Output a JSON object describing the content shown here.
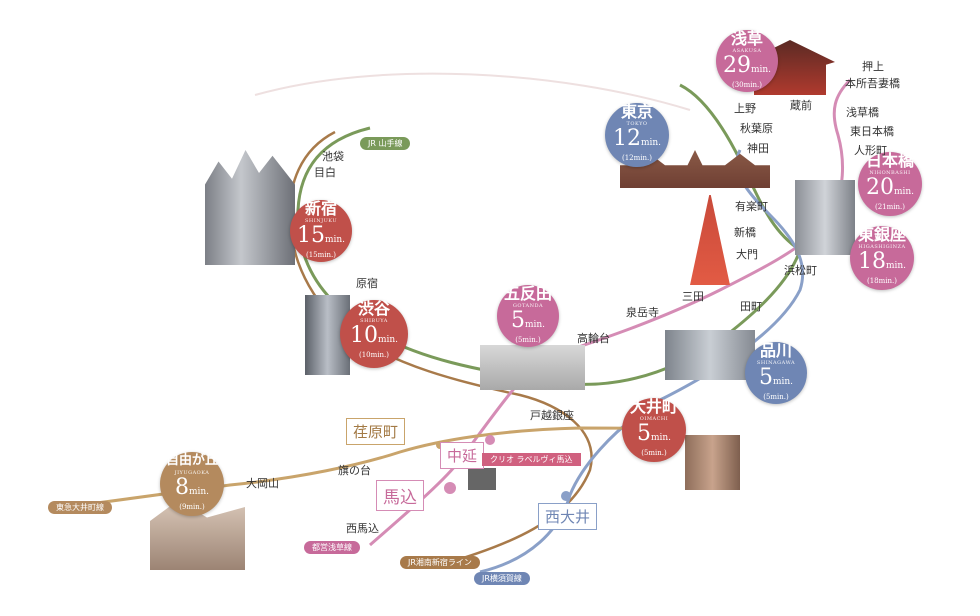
{
  "stations": {
    "ikebukuro": "池袋",
    "mejiro": "目白",
    "harajuku": "原宿",
    "ueno": "上野",
    "akihabara": "秋葉原",
    "kanda": "神田",
    "yurakucho": "有楽町",
    "shimbashi": "新橋",
    "daimon": "大門",
    "mita": "三田",
    "hamamatsucho": "浜松町",
    "tamachi": "田町",
    "sengakuji": "泉岳寺",
    "takanawadai": "高輪台",
    "togoshiginza": "戸越銀座",
    "oshiage": "押上",
    "honjo_azumabashi": "本所吾妻橋",
    "kuramae": "蔵前",
    "asakusabashi": "浅草橋",
    "higashi_nihombashi": "東日本橋",
    "ningyocho": "人形町",
    "ookayama": "大岡山",
    "hatanodai": "旗の台",
    "nishi_magome": "西馬込",
    "ebaramachi": "荏原町",
    "nakanobu": "中延",
    "magome": "馬込",
    "nishi_oi": "西大井"
  },
  "hubs": {
    "shinjuku": {
      "name": "新宿",
      "roman": "SHINJUKU",
      "time": "15",
      "unit": "min.",
      "sub": "(15min.)"
    },
    "shibuya": {
      "name": "渋谷",
      "roman": "SHIBUYA",
      "time": "10",
      "unit": "min.",
      "sub": "(10min.)"
    },
    "gotanda": {
      "name": "五反田",
      "roman": "GOTANDA",
      "time": "5",
      "unit": "min.",
      "sub": "(5min.)"
    },
    "tokyo": {
      "name": "東京",
      "roman": "TOKYO",
      "time": "12",
      "unit": "min.",
      "sub": "(12min.)"
    },
    "asakusa": {
      "name": "浅草",
      "roman": "ASAKUSA",
      "time": "29",
      "unit": "min.",
      "sub": "(30min.)"
    },
    "nihombashi": {
      "name": "日本橋",
      "roman": "NIHONBASHI",
      "time": "20",
      "unit": "min.",
      "sub": "(21min.)"
    },
    "higashiginza": {
      "name": "東銀座",
      "roman": "HIGASHIGINZA",
      "time": "18",
      "unit": "min.",
      "sub": "(18min.)"
    },
    "shinagawa": {
      "name": "品川",
      "roman": "SHINAGAWA",
      "time": "5",
      "unit": "min.",
      "sub": "(5min.)"
    },
    "oimachi": {
      "name": "大井町",
      "roman": "OIMACHI",
      "time": "5",
      "unit": "min.",
      "sub": "(5min.)"
    },
    "jiyugaoka": {
      "name": "自由が丘",
      "roman": "JIYUGAOKA",
      "time": "8",
      "unit": "min.",
      "sub": "(9min.)"
    }
  },
  "lines": {
    "jr_yamanote": "JR 山手線",
    "tokyu_oimachi": "東急大井町線",
    "toei_asakusa": "都営浅草線",
    "jr_shonan": "JR湘南新宿ライン",
    "jr_yokosuka": "JR横須賀線"
  },
  "property": "クリオ ラベルヴィ馬込",
  "colors": {
    "yamanote": "#7a9a5a",
    "asakusa_line": "#d58cb5",
    "oimachi_line": "#c9a46b",
    "shonan": "#a87a4a",
    "yokosuka": "#8aa0c8",
    "hub_red": "#c0504a",
    "hub_pink": "#c76a9a",
    "hub_blue": "#6f86b4",
    "hub_brown": "#b48a5e"
  }
}
